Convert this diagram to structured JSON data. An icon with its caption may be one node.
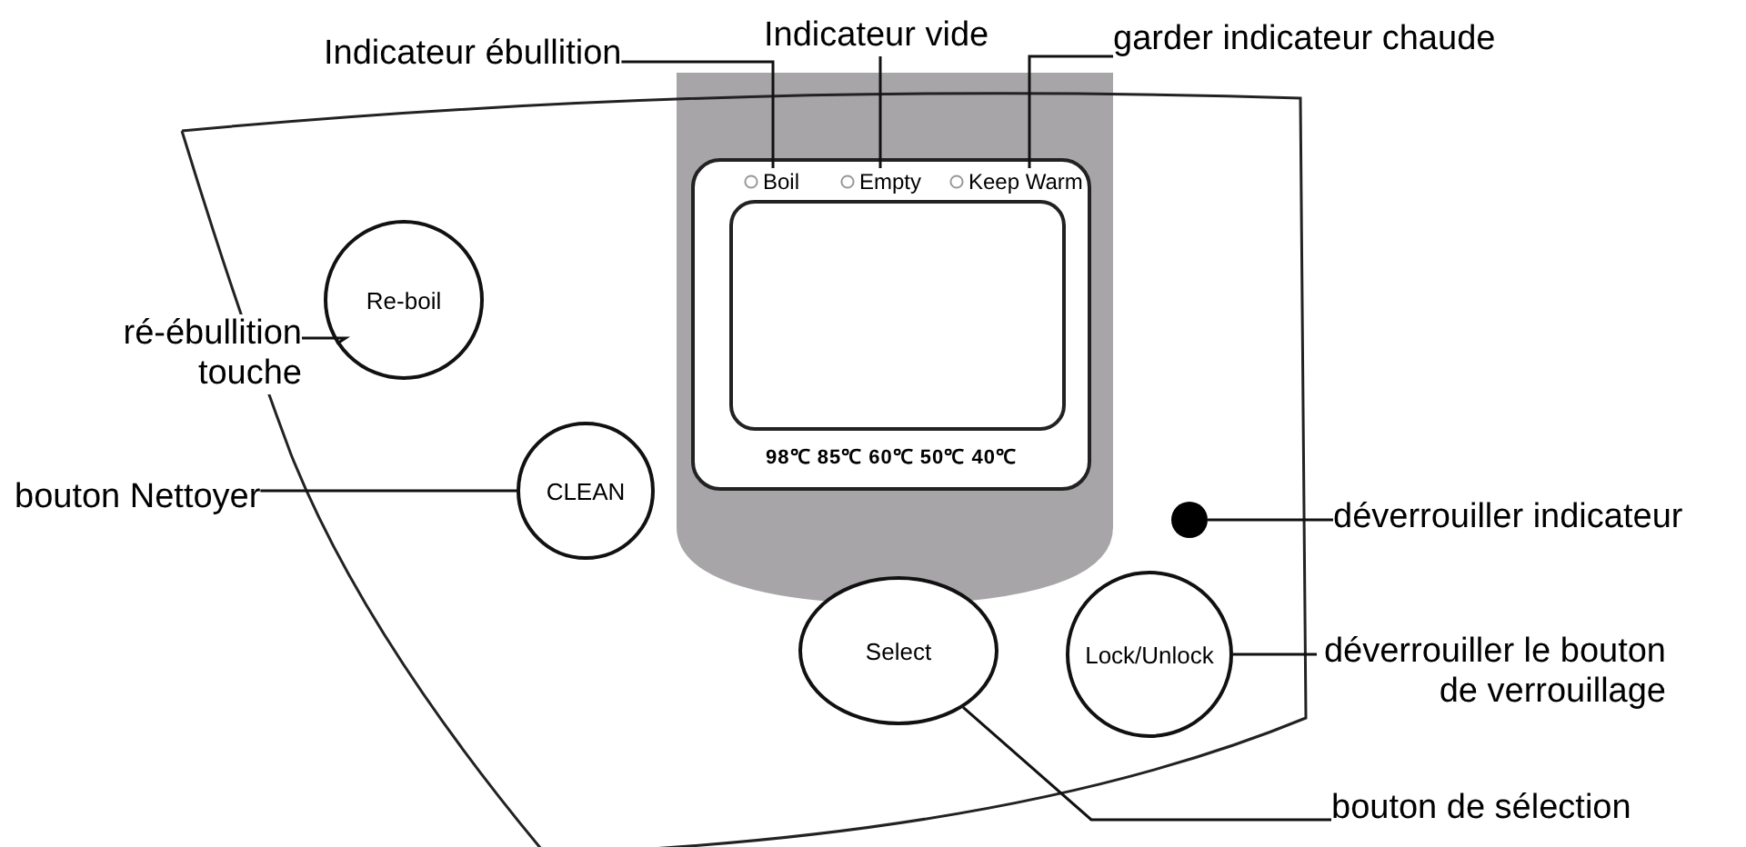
{
  "diagram": {
    "nodes": [
      {
        "text": [
          "Indicateur ébullition"
        ]
      },
      {
        "text": [
          "Indicateur vide"
        ]
      },
      {
        "text": [
          "garder indicateur chaude"
        ]
      },
      {
        "text": [
          "98℃ 85℃ 60℃ 50℃ 40℃"
        ]
      },
      {
        "text": [
          "Boil"
        ],
        "in": 3
      },
      {
        "text": [
          "Empty"
        ],
        "in": 3
      },
      {
        "text": [
          "Keep Warm"
        ],
        "in": 3
      },
      {
        "text": [
          "ré-ébullition touche"
        ]
      },
      {
        "text": [
          "Re-boil"
        ]
      },
      {
        "text": [
          "bouton Nettoyer"
        ]
      },
      {
        "text": [
          "CLEAN"
        ]
      },
      {
        "text": [
          "déverrouiller indicateur"
        ]
      },
      {
        "text": [],
        "shape": "circle"
      },
      {
        "text": [
          "Lock/Unlock"
        ]
      },
      {
        "text": [
          "déverrouiller le bouton de verrouillage"
        ]
      },
      {
        "text": [
          "Select"
        ]
      },
      {
        "text": [
          "bouton de sélection"
        ]
      },
      {
        "text": [],
        "shape": "box",
        "in": 3
      }
    ],
    "edges": [
      {
        "from": 0,
        "to": 4,
        "arrow": "none"
      },
      {
        "from": 1,
        "to": 5,
        "arrow": "none"
      },
      {
        "from": 2,
        "to": 6,
        "arrow": "none"
      },
      {
        "from": 7,
        "to": 8,
        "arrow": "none"
      },
      {
        "from": 9,
        "to": 10,
        "arrow": "none"
      },
      {
        "from": 11,
        "to": 12,
        "arrow": "none"
      },
      {
        "from": 14,
        "to": 13,
        "arrow": "none"
      },
      {
        "from": 16,
        "to": 15,
        "arrow": "none"
      }
    ]
  }
}
